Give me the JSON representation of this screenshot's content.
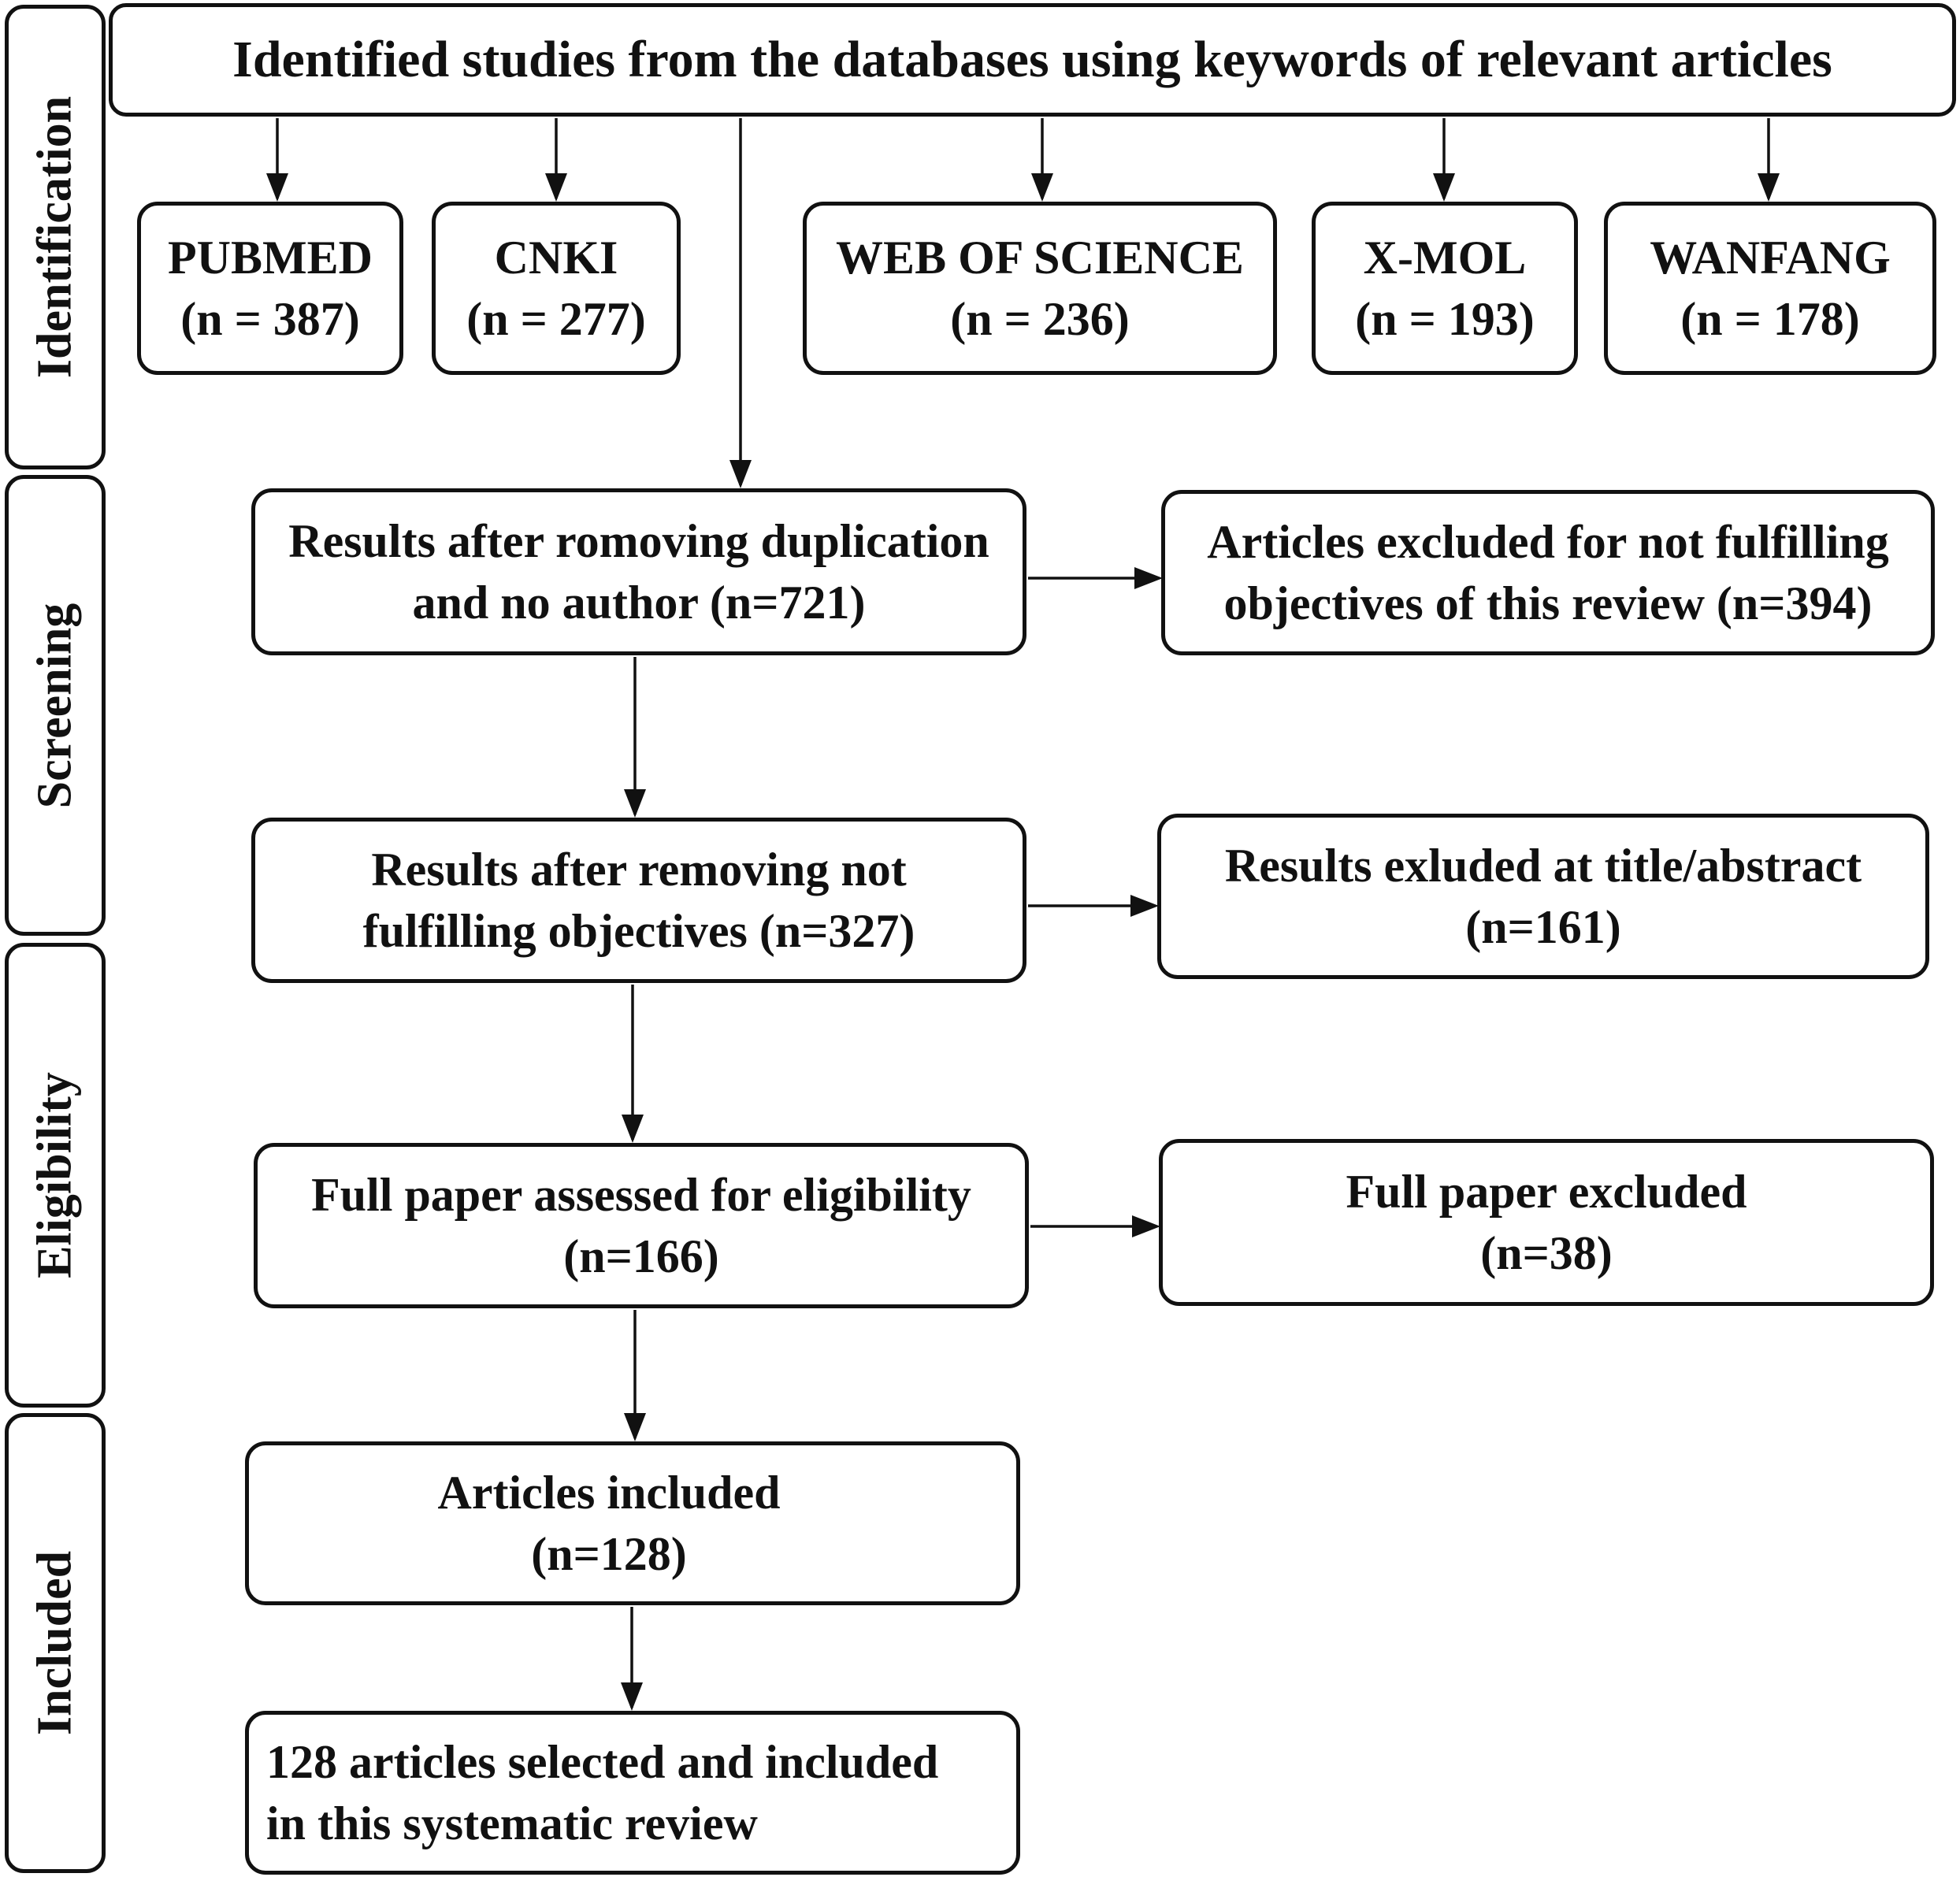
{
  "stages": {
    "identification": "Identification",
    "screening": "Screening",
    "eligibility": "Eligibility",
    "included": "Included"
  },
  "top_box": {
    "text": "Identified studies from the databases using keywords  of relevant articles"
  },
  "databases": [
    {
      "name": "PUBMED",
      "count": "(n = 387)"
    },
    {
      "name": "CNKI",
      "count": "(n = 277)"
    },
    {
      "name": "WEB OF SCIENCE",
      "count": "(n = 236)"
    },
    {
      "name": "X-MOL",
      "count": "(n = 193)"
    },
    {
      "name": "WANFANG",
      "count": "(n = 178)"
    }
  ],
  "screening": {
    "after_dedup": {
      "line1": "Results after romoving duplication",
      "line2": "and no author (n=721)"
    },
    "excluded_objectives": {
      "line1": "Articles excluded for not fulfilling",
      "line2": "objectives of this review (n=394)"
    },
    "after_objectives": {
      "line1": "Results after removing not",
      "line2": "fulfilling objectives (n=327)"
    },
    "excluded_title": {
      "line1": "Results exluded at title/abstract",
      "line2": "(n=161)"
    }
  },
  "eligibility": {
    "assessed": {
      "line1": "Full paper assessed for eligibility",
      "line2": "(n=166)"
    },
    "excluded": {
      "line1": "Full paper excluded",
      "line2": "(n=38)"
    }
  },
  "included": {
    "articles": {
      "line1": "Articles included",
      "line2": "(n=128)"
    },
    "final": {
      "line1": "128 articles selected and included",
      "line2": "in this systematic review"
    }
  }
}
